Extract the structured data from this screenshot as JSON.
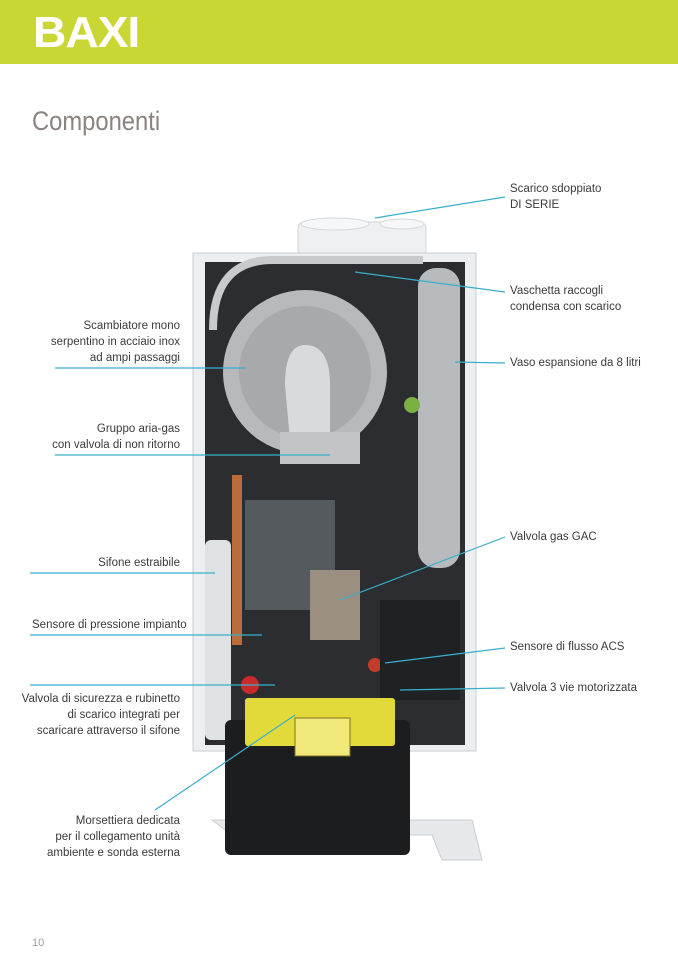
{
  "header": {
    "logo": "BAXI",
    "brand_color": "#c8d734"
  },
  "page_title": "Componenti",
  "labels_left": [
    {
      "lines": [
        "Scambiatore mono",
        "serpentino in acciaio inox",
        "ad ampi passaggi"
      ]
    },
    {
      "lines": [
        "Gruppo aria-gas",
        "con valvola di non ritorno"
      ]
    },
    {
      "lines": [
        "Sifone estraibile"
      ]
    },
    {
      "lines": [
        "Sensore di pressione impianto"
      ]
    },
    {
      "lines": [
        "Valvola di sicurezza e rubinetto",
        "di scarico integrati per",
        "scaricare attraverso il sifone"
      ]
    },
    {
      "lines": [
        "Morsettiera dedicata",
        "per il collegamento unità",
        "ambiente e sonda esterna"
      ]
    }
  ],
  "labels_right": [
    {
      "lines": [
        "Scarico sdoppiato",
        "DI SERIE"
      ]
    },
    {
      "lines": [
        "Vaschetta raccogli",
        "condensa con scarico"
      ]
    },
    {
      "lines": [
        "Vaso espansione da 8 litri"
      ]
    },
    {
      "lines": [
        "Valvola gas GAC"
      ]
    },
    {
      "lines": [
        "Sensore di flusso ACS"
      ]
    },
    {
      "lines": [
        "Valvola 3 vie motorizzata"
      ]
    }
  ],
  "leader_color": "#3aaecb",
  "page_number": "10"
}
